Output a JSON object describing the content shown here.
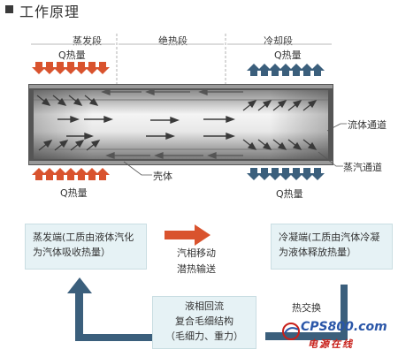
{
  "title": "工作原理",
  "segments": {
    "evaporator": "蒸发段",
    "adiabatic": "绝热段",
    "condenser": "冷却段"
  },
  "heat_labels": {
    "top_left": "Q热量",
    "top_right": "Q热量",
    "bottom_left": "Q热量",
    "bottom_right": "Q热量"
  },
  "side_labels": {
    "fluid_channel": "流体通道",
    "vapor_channel": "蒸汽通道",
    "shell": "壳体"
  },
  "boxes": {
    "evaporator_end": "蒸发端(工质由液体汽化为汽体吸收热量）",
    "condenser_end": "冷凝端(工质由汽体冷凝为液体释放热量）"
  },
  "center_labels": {
    "vapor_move_line1": "汽相移动",
    "vapor_move_line2": "潜热输送",
    "liquid_return_line1": "液相回流",
    "liquid_return_line2": "复合毛细结构",
    "liquid_return_line3": "（毛细力、重力）",
    "heat_exchange": "热交换"
  },
  "logo": {
    "main": "CPS800.com",
    "sub": "电源在线"
  },
  "colors": {
    "heat_in": "#d9532e",
    "heat_out": "#3b5f7c",
    "box_fill": "#e6f2f5",
    "flow_arrow": "#3d5a6e",
    "move_arrow": "#d9532e"
  }
}
